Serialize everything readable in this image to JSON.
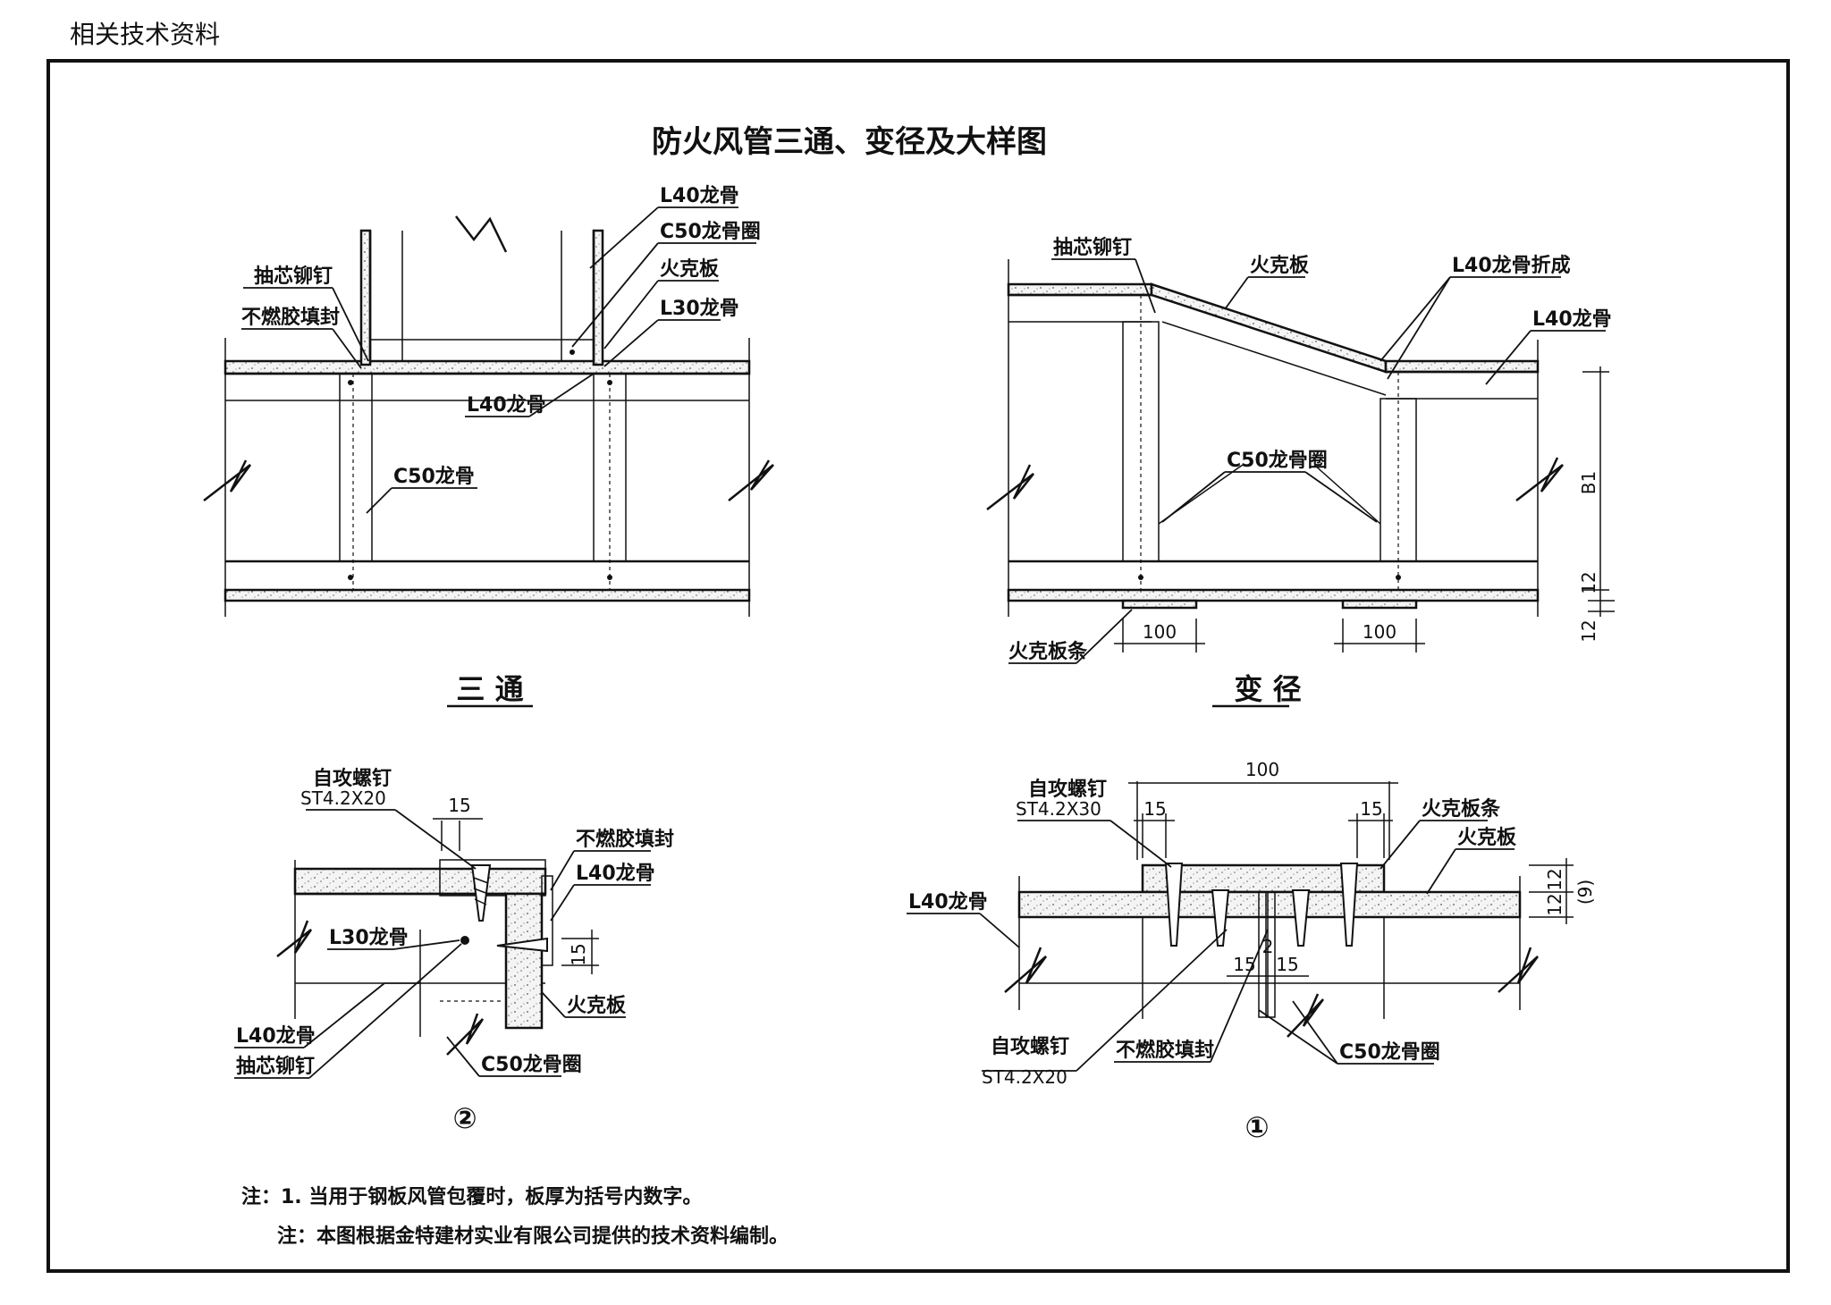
{
  "header": {
    "section": "相关技术资料"
  },
  "drawing": {
    "title": "防火风管三通、变径及大样图",
    "tee": {
      "caption": "三 通",
      "labels": {
        "l40_top": "L40龙骨",
        "c50_ring": "C50龙骨圈",
        "fire_board": "火克板",
        "l30": "L30龙骨",
        "rivet": "抽芯铆钉",
        "sealant": "不燃胶填封",
        "l40_mid": "L40龙骨",
        "c50": "C50龙骨"
      }
    },
    "reducer": {
      "caption": "变 径",
      "labels": {
        "rivet": "抽芯铆钉",
        "fire_board": "火克板",
        "l40_fold": "L40龙骨折成",
        "l40": "L40龙骨",
        "c50_ring": "C50龙骨圈",
        "board_strip": "火克板条"
      },
      "dims": {
        "strip_left": "100",
        "strip_right": "100",
        "b1": "B1",
        "t1": "12",
        "t2": "12"
      }
    },
    "detail2": {
      "number": "②",
      "labels": {
        "screw": "自攻螺钉",
        "screw_spec": "ST4.2X20",
        "sealant": "不燃胶填封",
        "l40_a": "L40龙骨",
        "l30": "L30龙骨",
        "fire_board": "火克板",
        "l40_b": "L40龙骨",
        "rivet": "抽芯铆钉",
        "c50_ring": "C50龙骨圈"
      },
      "dims": {
        "top": "15",
        "side": "15"
      }
    },
    "detail1": {
      "number": "①",
      "labels": {
        "screw_top": "自攻螺钉",
        "screw_top_spec": "ST4.2X30",
        "board_strip": "火克板条",
        "fire_board": "火克板",
        "l40": "L40龙骨",
        "screw_bottom": "自攻螺钉",
        "screw_bottom_spec": "ST4.2X20",
        "sealant": "不燃胶填封",
        "c50_ring": "C50龙骨圈"
      },
      "dims": {
        "width": "100",
        "left": "15",
        "right": "15",
        "gap": "2",
        "mid_left": "15",
        "mid_right": "15",
        "t1": "12",
        "t2": "12",
        "t_bracket": "(9)"
      }
    },
    "notes": [
      "注：1. 当用于钢板风管包覆时，板厚为括号内数字。",
      "注：本图根据金特建材实业有限公司提供的技术资料编制。"
    ]
  }
}
